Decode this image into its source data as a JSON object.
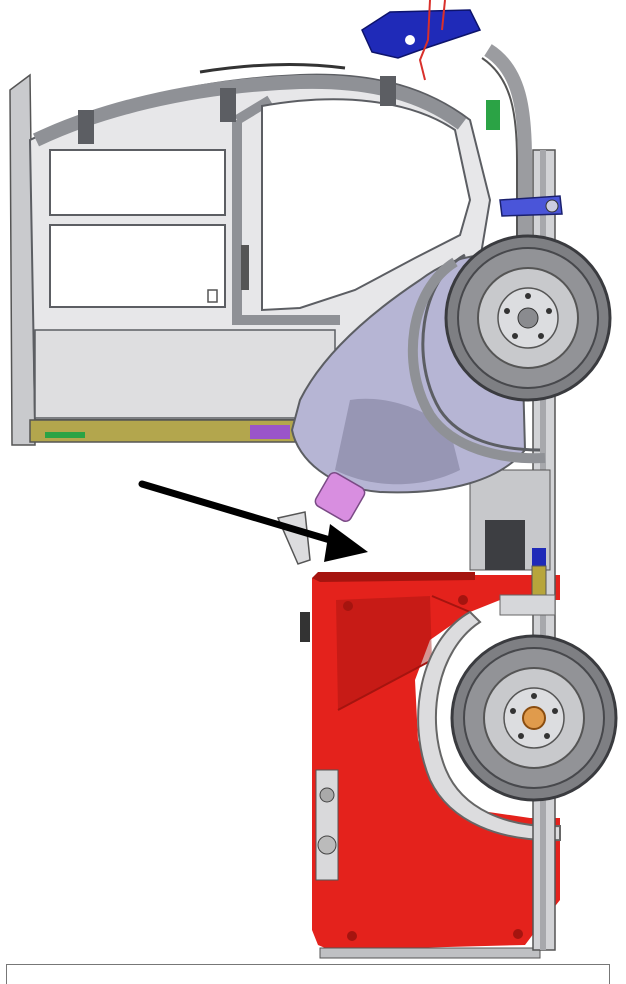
{
  "figure": {
    "colors": {
      "cab_frame": "#8f9196",
      "cab_frame_dark": "#5c5e63",
      "glass": "#ffffff",
      "cab_panel": "#e7e7e9",
      "fender_violet": "#b6b5d4",
      "fender_shadow": "#7d7c99",
      "tire": "#7e7f83",
      "tire_dark": "#47484c",
      "rim": "#c8c9cc",
      "chassis_red": "#e4221c",
      "chassis_red_dark": "#a5140f",
      "mount_blue": "#1f2ab8",
      "hose_pink": "#d88ee0",
      "sill_olive": "#b3a64d",
      "sill_green": "#2ba345",
      "arrow": "#000000"
    },
    "components": [
      {
        "id": "cab",
        "icon": "cab-assembly"
      },
      {
        "id": "front-wheel",
        "icon": "wheel-icon"
      },
      {
        "id": "rear-wheel",
        "icon": "wheel-icon"
      },
      {
        "id": "red-chassis",
        "icon": "chassis-body"
      },
      {
        "id": "mounting-arrow",
        "icon": "arrow-icon"
      }
    ]
  }
}
